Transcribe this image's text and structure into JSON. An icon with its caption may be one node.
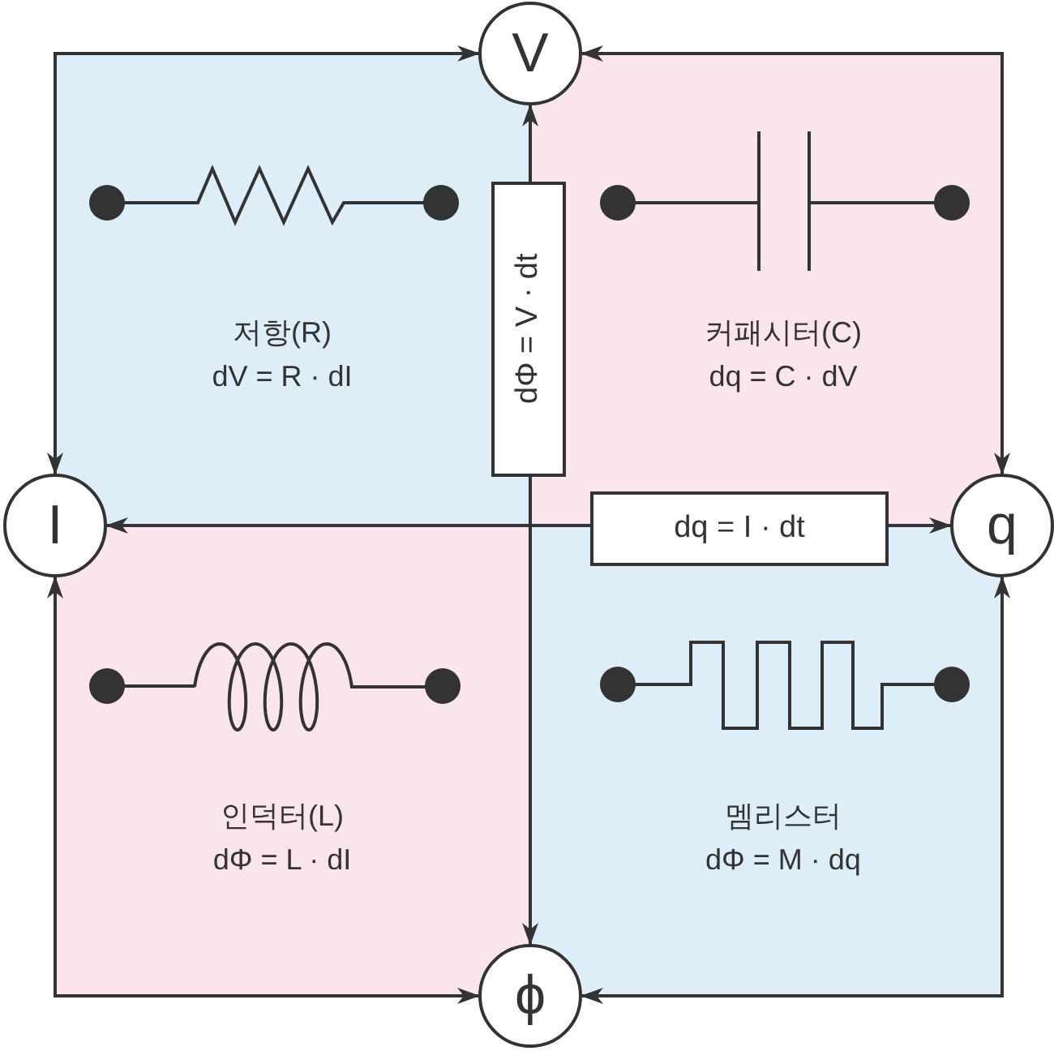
{
  "diagram": {
    "nodes": [
      {
        "text": [
          "V"
        ]
      },
      {
        "text": [
          "저항(R)",
          "dV = R · dI"
        ]
      },
      {
        "text": [
          "커패시터(C)",
          "dq = C · dV"
        ]
      },
      {
        "text": [
          "I"
        ]
      },
      {
        "text": [
          "q"
        ]
      },
      {
        "text": [
          "인덕터(L)",
          "dΦ = L · dI"
        ]
      },
      {
        "text": [
          "멤리스터",
          "dΦ = M · dq"
        ]
      },
      {
        "text": [
          "ϕ"
        ]
      }
    ],
    "edges": [
      {
        "from": 0,
        "to": 3,
        "arrow": "both"
      },
      {
        "from": 0,
        "to": 4,
        "arrow": "both"
      },
      {
        "from": 3,
        "to": 7,
        "arrow": "both"
      },
      {
        "from": 4,
        "to": 7,
        "arrow": "both"
      },
      {
        "from": 0,
        "to": 7,
        "arrow": "both",
        "label": "dΦ = V · dt"
      },
      {
        "from": 3,
        "to": 4,
        "arrow": "both",
        "label": "dq = I · dt"
      }
    ]
  }
}
